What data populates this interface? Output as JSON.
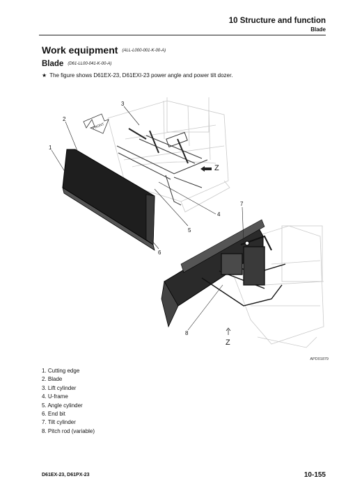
{
  "header": {
    "title": "10 Structure and function",
    "subtitle": "Blade"
  },
  "section": {
    "title": "Work equipment",
    "code": "(ALL-L000-001-K-00-A)"
  },
  "subsection": {
    "title": "Blade",
    "code": "(D61-LL00-041-K-00-A)"
  },
  "note": {
    "symbol": "★",
    "text": "The figure shows D61EX-23, D61EXI-23 power angle and power tilt dozer."
  },
  "figure": {
    "callouts": [
      "1",
      "2",
      "3",
      "4",
      "5",
      "6",
      "7",
      "8"
    ],
    "front_label": "FRONT",
    "view_mark": "Z",
    "view_label": "Z",
    "image_code": "APD01879"
  },
  "legend": [
    "1. Cutting edge",
    "2. Blade",
    "3. Lift cylinder",
    "4. U-frame",
    "5. Angle cylinder",
    "6. End bit",
    "7. Tilt cylinder",
    "8. Pitch rod (variable)"
  ],
  "footer": {
    "model": "D61EX-23, D61PX-23",
    "page": "10-155"
  }
}
